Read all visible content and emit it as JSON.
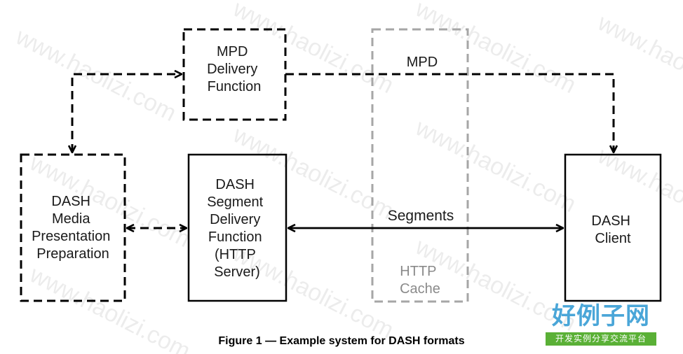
{
  "colors": {
    "stroke": "#000000",
    "gray_stroke": "#a6a6a6",
    "gray_text": "#8a8a8a",
    "logo_blue": "#4aa6d8",
    "logo_green": "#5ab036"
  },
  "boxes": {
    "mpd_delivery": [
      "MPD",
      "Delivery",
      "Function"
    ],
    "media_prep": [
      "DASH",
      "Media",
      "Presentation",
      "Preparation"
    ],
    "segment_delivery": [
      "DASH",
      "Segment",
      "Delivery",
      "Function",
      "(HTTP",
      "Server)"
    ],
    "http_cache": [
      "HTTP",
      "Cache"
    ],
    "client": [
      "DASH",
      "Client"
    ]
  },
  "edges": {
    "mpd_label": "MPD",
    "segments_label": "Segments"
  },
  "caption": "Figure 1 — Example system for DASH formats",
  "watermark": {
    "text": "www.haolizi.com"
  },
  "logo": {
    "title": "好例子网",
    "subtitle": "开发实例分享交流平台"
  }
}
